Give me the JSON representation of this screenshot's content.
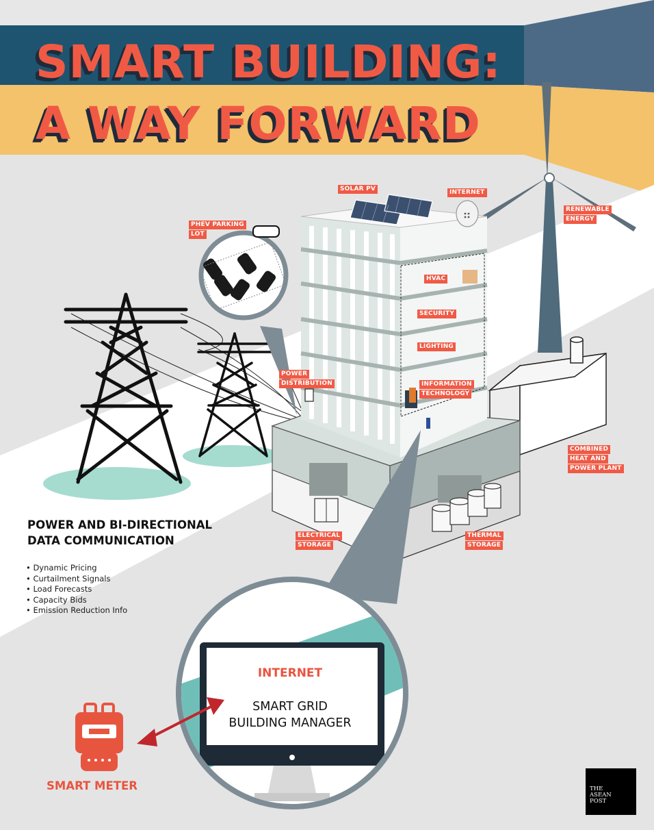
{
  "title": {
    "line1": "SMART BUILDING:",
    "line2": "A WAY FORWARD"
  },
  "building_labels": {
    "solar_pv": "SOLAR PV",
    "internet": "INTERNET",
    "renewable_energy": [
      "RENEWABLE",
      "ENERGY"
    ],
    "phev_parking": [
      "PHEV PARKING",
      "LOT"
    ],
    "hvac": "HVAC",
    "security": "SECURITY",
    "lighting": "LIGHTING",
    "power_distribution": [
      "POWER",
      "DISTRIBUTION"
    ],
    "information_technology": [
      "INFORMATION",
      "TECHNOLOGY"
    ],
    "combined_heat_power": [
      "COMBINED",
      "HEAT AND",
      "POWER PLANT"
    ],
    "electrical_storage": [
      "ELECTRICAL",
      "STORAGE"
    ],
    "thermal_storage": [
      "THERMAL",
      "STORAGE"
    ]
  },
  "communication": {
    "title": "POWER AND BI-DIRECTIONAL\nDATA COMMUNICATION",
    "items": [
      "Dynamic Pricing",
      "Curtailment Signals",
      "Load Forecasts",
      "Capacity Bids",
      "Emission Reduction Info"
    ]
  },
  "monitor": {
    "heading": "INTERNET",
    "body": "SMART GRID\nBUILDING MANAGER"
  },
  "meter": {
    "label": "SMART METER"
  },
  "logo": {
    "text": "THE\nASEAN\nPOST"
  },
  "colors": {
    "accent": "#f05a45",
    "banner_dark": "#1e5470",
    "banner_yellow": "#f4c26b",
    "teal": "#6fbfb8",
    "background": "#e7e7e8"
  }
}
